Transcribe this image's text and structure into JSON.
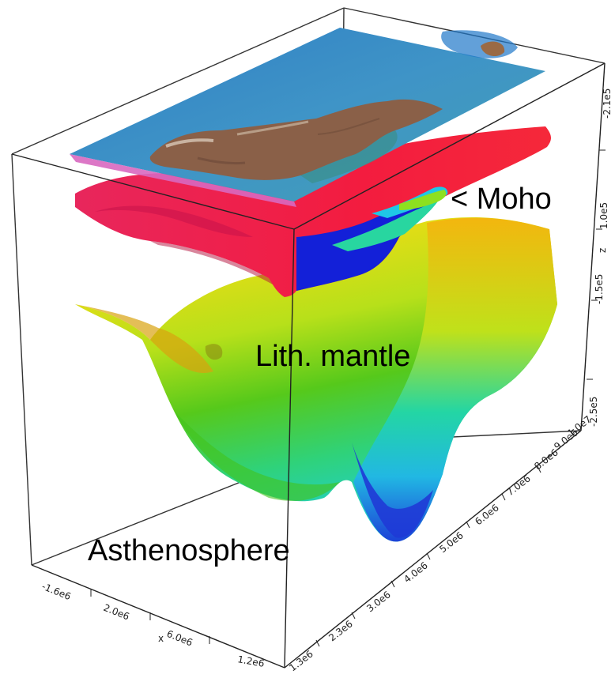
{
  "labels": {
    "moho": "< Moho",
    "lithospheric_mantle": "Lith. mantle",
    "asthenosphere": "Asthenosphere"
  },
  "axes": {
    "x_label": "x",
    "x_ticks": [
      "-1.6e6",
      "2.0e6",
      "6.0e6",
      "1.2e6"
    ],
    "y_ticks": [
      "1.3e6",
      "2.3e6",
      "3.0e6",
      "4.0e6",
      "5.0e6",
      "6.0e6",
      "7.0e6",
      "8.0e6",
      "9.0e6",
      "1.0e7"
    ],
    "z_label": "z",
    "z_ticks": [
      "-2.1e5",
      "1.0e5",
      "-1.5e5",
      "-2.5e5"
    ]
  },
  "colors": {
    "sea": "#3f93c9",
    "land": "#8a6048",
    "moho_red": "#ec1e4b",
    "moho_blue": "#1220d8",
    "mantle_yellow": "#e6dc14",
    "mantle_green": "#52c81a",
    "mantle_cyan": "#17d7c8",
    "box_line": "#222222"
  }
}
